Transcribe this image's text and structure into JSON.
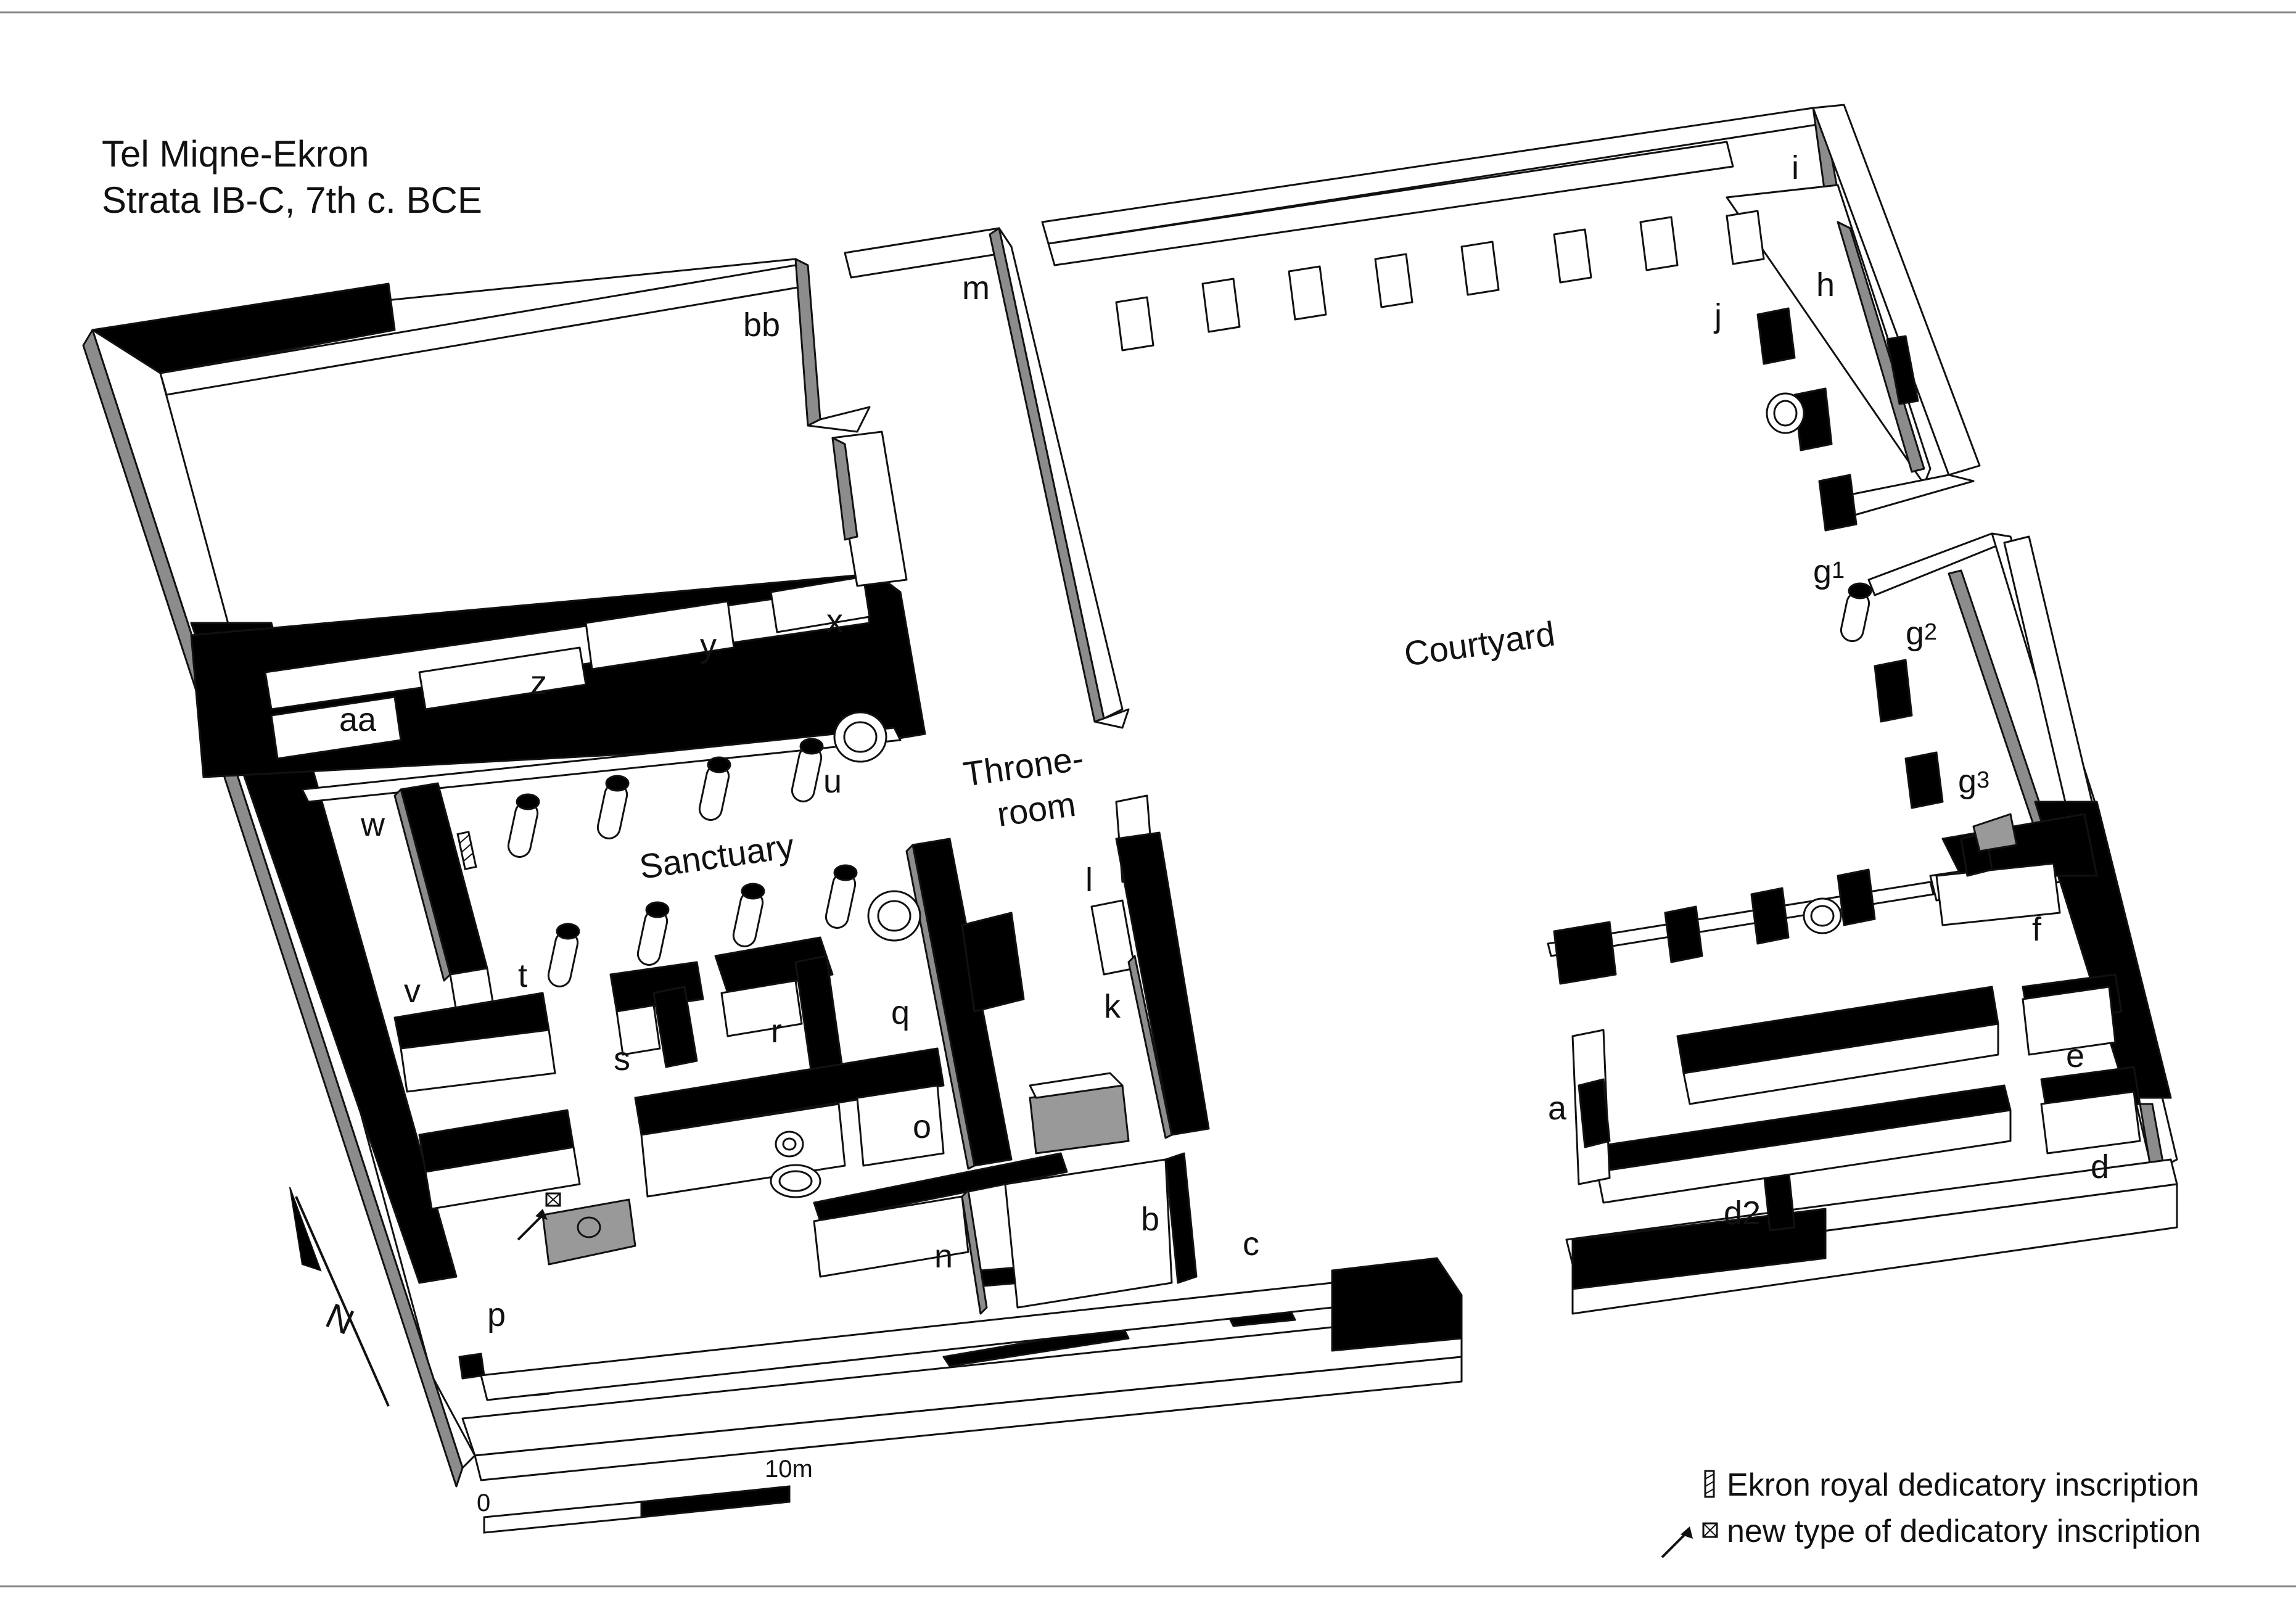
{
  "title": {
    "line1": "Tel Miqne-Ekron",
    "line2": "Strata IB-C, 7th c. BCE"
  },
  "rooms": {
    "sanctuary": "Sanctuary",
    "throne_line1": "Throne-",
    "throne_line2": "room",
    "courtyard": "Courtyard"
  },
  "wall_labels": {
    "a": "a",
    "b": "b",
    "c": "c",
    "d": "d",
    "d2": "d2",
    "e": "e",
    "f": "f",
    "g1": "g",
    "g1_sub": "1",
    "g2": "g",
    "g2_sub": "2",
    "g3": "g",
    "g3_sub": "3",
    "h": "h",
    "i": "i",
    "j": "j",
    "k": "k",
    "l": "l",
    "m": "m",
    "n": "n",
    "o": "o",
    "p": "p",
    "q": "q",
    "r": "r",
    "s": "s",
    "t": "t",
    "u": "u",
    "v": "v",
    "w": "w",
    "x": "x",
    "y": "y",
    "z": "z",
    "aa": "aa",
    "bb": "bb"
  },
  "north": "N",
  "scale": {
    "zero": "0",
    "ten": "10m"
  },
  "legend": {
    "royal": "Ekron royal dedicatory inscription",
    "new_type": "new type of dedicatory inscription"
  },
  "colors": {
    "wall_top": "#ffffff",
    "wall_side": "#8c8c8c",
    "wall_dark": "#000000",
    "stroke": "#111111",
    "stone": "#999999"
  }
}
